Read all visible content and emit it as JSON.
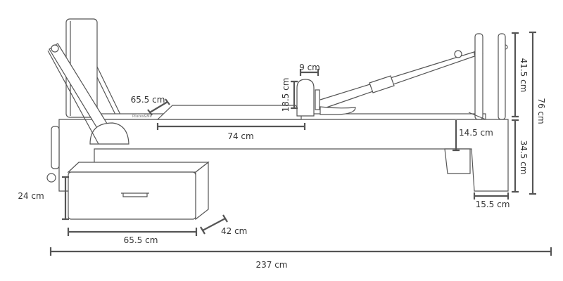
{
  "brand": "Pilates&Me",
  "dimensions": {
    "total_length": "237 cm",
    "carriage_length": "74 cm",
    "carriage_width": "65.5 cm",
    "shoulder_rest_width": "9 cm",
    "shoulder_rest_height": "18.5 cm",
    "frame_depth": "14.5 cm",
    "tower_height": "41.5 cm",
    "frame_height": "34.5 cm",
    "total_height": "76 cm",
    "leg_width": "15.5 cm",
    "box_height": "24 cm",
    "box_length": "65.5 cm",
    "box_depth": "42 cm"
  },
  "colors": {
    "line": "#555555",
    "text": "#333333"
  }
}
